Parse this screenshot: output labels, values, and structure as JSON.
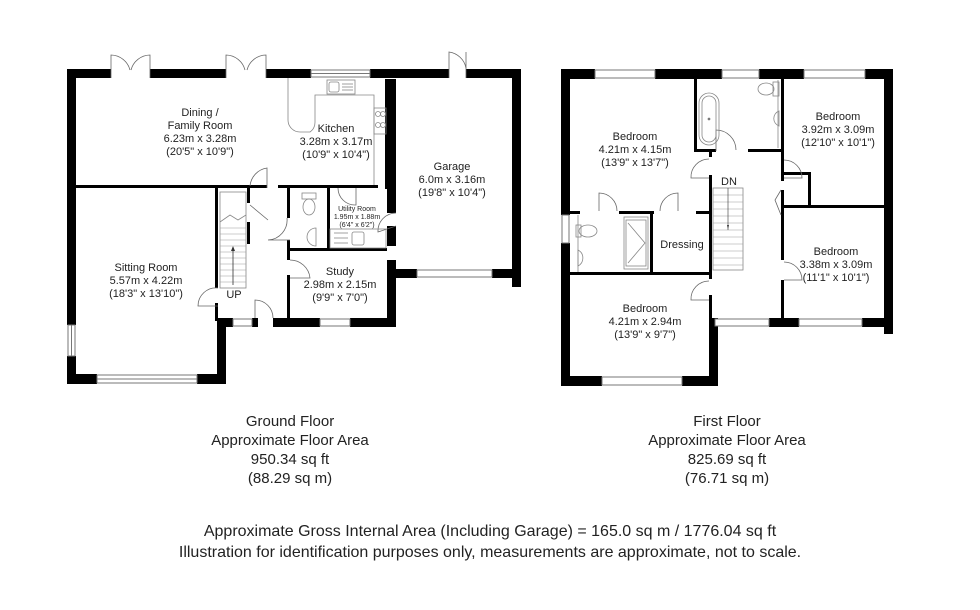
{
  "ground_floor": {
    "caption": {
      "title": "Ground Floor",
      "subtitle": "Approximate Floor Area",
      "area_sqft": "950.34 sq ft",
      "area_sqm": "(88.29 sq m)"
    },
    "rooms": {
      "dining": {
        "name_line1": "Dining /",
        "name_line2": "Family Room",
        "metric": "6.23m x 3.28m",
        "imperial": "(20'5\" x 10'9\")"
      },
      "kitchen": {
        "name": "Kitchen",
        "metric": "3.28m x 3.17m",
        "imperial": "(10'9\" x 10'4\")"
      },
      "garage": {
        "name": "Garage",
        "metric": "6.0m x 3.16m",
        "imperial": "(19'8\" x 10'4\")"
      },
      "utility": {
        "name": "Utility Room",
        "metric": "1.95m x 1.88m",
        "imperial": "(6'4\" x 6'2\")"
      },
      "sitting": {
        "name": "Sitting Room",
        "metric": "5.57m x 4.22m",
        "imperial": "(18'3\" x 13'10\")"
      },
      "study": {
        "name": "Study",
        "metric": "2.98m x 2.15m",
        "imperial": "(9'9\" x 7'0\")"
      }
    },
    "stairs_label": "UP"
  },
  "first_floor": {
    "caption": {
      "title": "First Floor",
      "subtitle": "Approximate Floor Area",
      "area_sqft": "825.69 sq ft",
      "area_sqm": "(76.71 sq m)"
    },
    "rooms": {
      "bedroom1": {
        "name": "Bedroom",
        "metric": "4.21m x 4.15m",
        "imperial": "(13'9\" x 13'7\")"
      },
      "bedroom2": {
        "name": "Bedroom",
        "metric": "3.92m x 3.09m",
        "imperial": "(12'10\" x 10'1\")"
      },
      "bedroom3": {
        "name": "Bedroom",
        "metric": "3.38m x 3.09m",
        "imperial": "(11'1\" x 10'1\")"
      },
      "bedroom4": {
        "name": "Bedroom",
        "metric": "4.21m x 2.94m",
        "imperial": "(13'9\" x 9'7\")"
      },
      "dressing": {
        "name": "Dressing"
      }
    },
    "stairs_label": "DN"
  },
  "footer": {
    "gross_area": "Approximate Gross Internal Area (Including Garage) = 165.0 sq m / 1776.04 sq ft",
    "disclaimer": "Illustration for identification purposes only, measurements are approximate, not to scale."
  },
  "colors": {
    "wall": "#000000",
    "line": "#555555",
    "fixture": "#888888",
    "background": "#ffffff"
  }
}
